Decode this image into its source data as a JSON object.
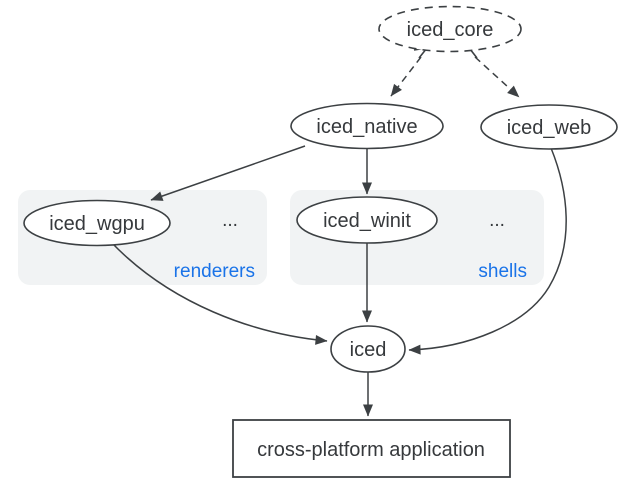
{
  "diagram": {
    "nodes": {
      "iced_core": {
        "label": "iced_core"
      },
      "iced_native": {
        "label": "iced_native"
      },
      "iced_web": {
        "label": "iced_web"
      },
      "iced_wgpu": {
        "label": "iced_wgpu"
      },
      "iced_winit": {
        "label": "iced_winit"
      },
      "iced": {
        "label": "iced"
      },
      "application": {
        "label": "cross-platform application"
      }
    },
    "groups": {
      "renderers": {
        "label": "renderers",
        "more": "..."
      },
      "shells": {
        "label": "shells",
        "more": "..."
      }
    },
    "colors": {
      "stroke": "#3c4043",
      "text": "#36393c",
      "node_fill": "#ffffff",
      "group_bg": "#f1f3f4",
      "group_label": "#1a73e8",
      "background": "#ffffff"
    }
  }
}
